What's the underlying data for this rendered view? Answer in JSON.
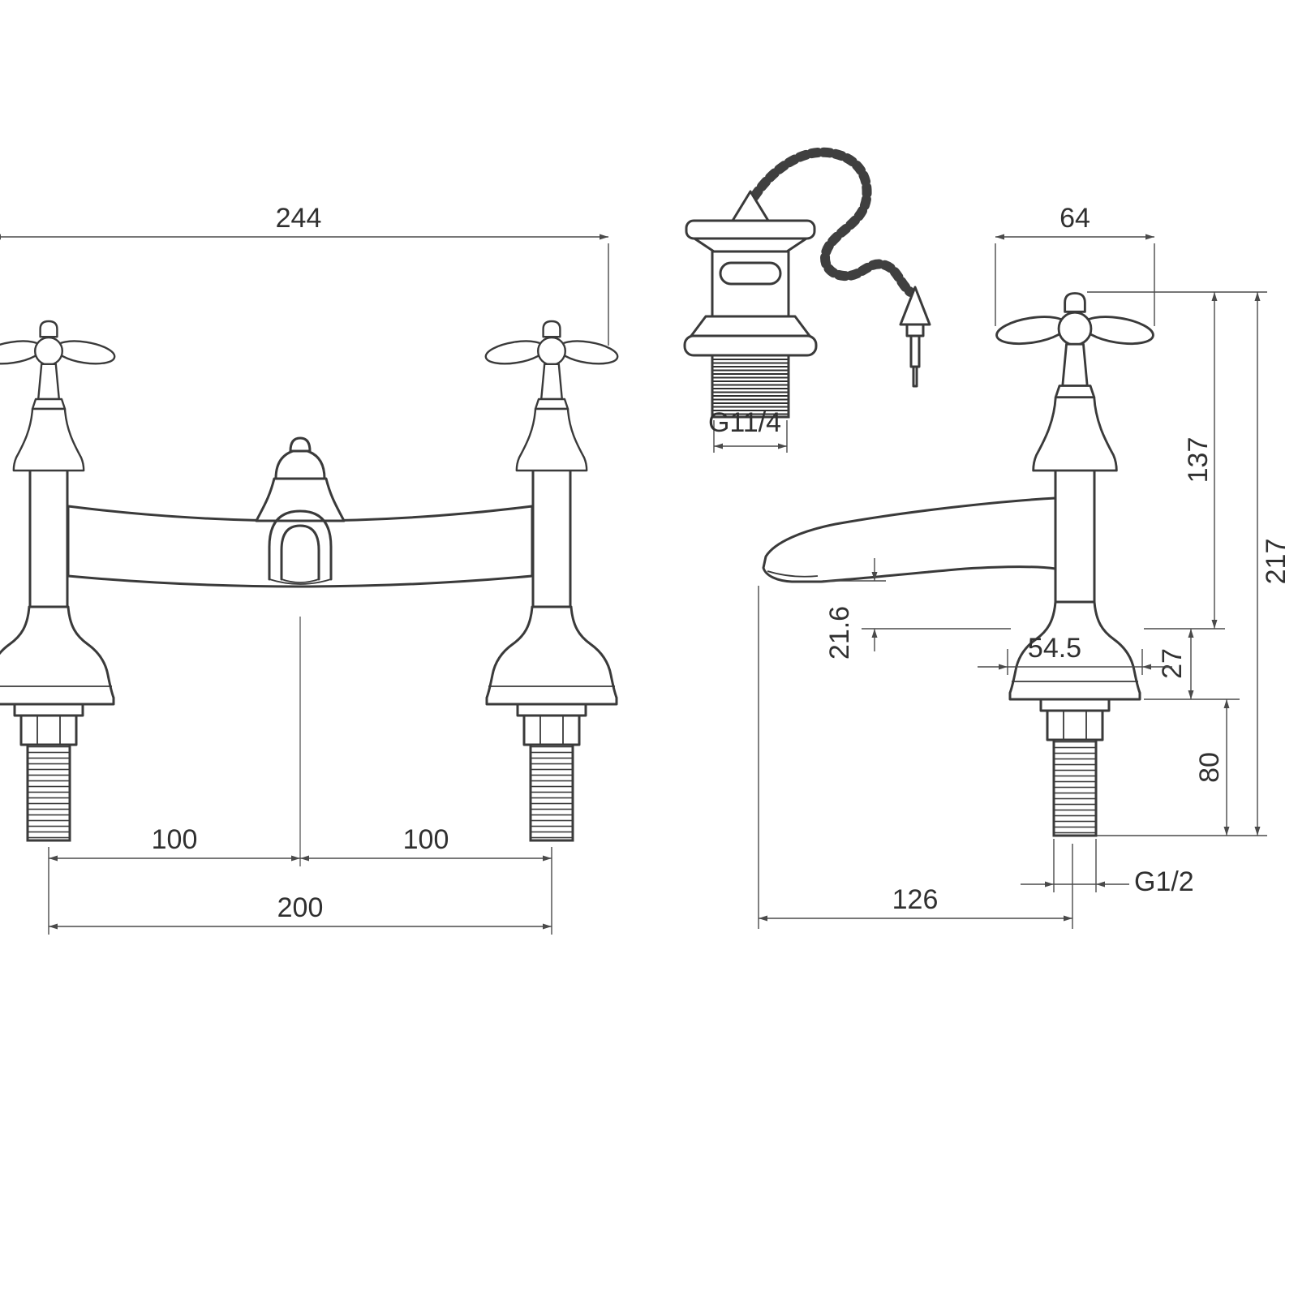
{
  "style": {
    "background": "#ffffff",
    "line_color": "#3a3a3a",
    "dimension_color": "#4a4a4a",
    "text_color": "#303030"
  },
  "views": {
    "front": "bridge mixer tap front elevation",
    "side": "pillar tap side elevation",
    "waste": "basin waste with plug and chain"
  },
  "dimensions": {
    "overall_width": "244",
    "centre_to_centre_left": "100",
    "centre_to_centre_right": "100",
    "centre_to_centre_total": "200",
    "handle_width": "64",
    "height_to_handle_top": "137",
    "overall_height": "217",
    "spout_clearance": "21.6",
    "base_width": "54.5",
    "base_height": "27",
    "shank_length": "80",
    "shank_thread": "G1/2",
    "spout_reach": "126",
    "waste_thread": "G11/4"
  }
}
